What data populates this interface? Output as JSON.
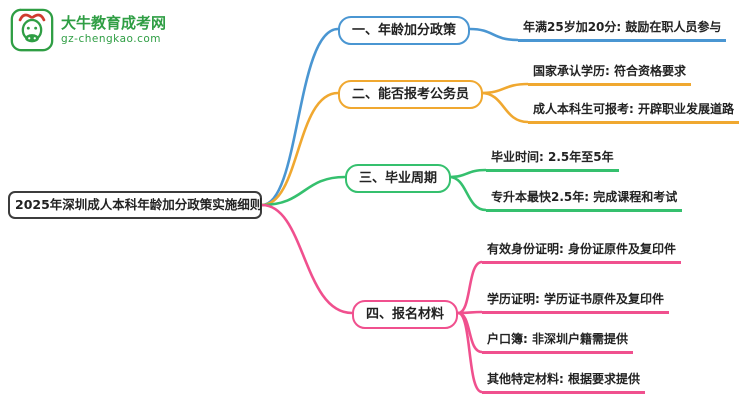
{
  "logo": {
    "site_name": "大牛教育成考网",
    "site_url": "gz-chengkao.com",
    "icon": "bull-logo"
  },
  "mindmap": {
    "root": "2025年深圳成人本科年龄加分政策实施细则",
    "branches": [
      {
        "label": "一、年龄加分政策",
        "color": "#4a96d2",
        "leaves": [
          "年满25岁加20分: 鼓励在职人员参与"
        ]
      },
      {
        "label": "二、能否报考公务员",
        "color": "#f0a830",
        "leaves": [
          "国家承认学历: 符合资格要求",
          "成人本科生可报考: 开辟职业发展道路"
        ]
      },
      {
        "label": "三、毕业周期",
        "color": "#35c06e",
        "leaves": [
          "毕业时间: 2.5年至5年",
          "专升本最快2.5年: 完成课程和考试"
        ]
      },
      {
        "label": "四、报名材料",
        "color": "#f0508e",
        "leaves": [
          "有效身份证明: 身份证原件及复印件",
          "学历证明: 学历证书原件及复印件",
          "户口簿: 非深圳户籍需提供",
          "其他特定材料: 根据要求提供"
        ]
      }
    ]
  },
  "colors": {
    "background": "#ffffff",
    "text": "#222222",
    "root_border": "#3c3c3c",
    "logo_green": "#2f9e44",
    "logo_red": "#cf3b2f",
    "branch1": "#4a96d2",
    "branch2": "#f0a830",
    "branch3": "#35c06e",
    "bran4_dup": "#f0508e",
    "branch4": "#f0508e"
  }
}
